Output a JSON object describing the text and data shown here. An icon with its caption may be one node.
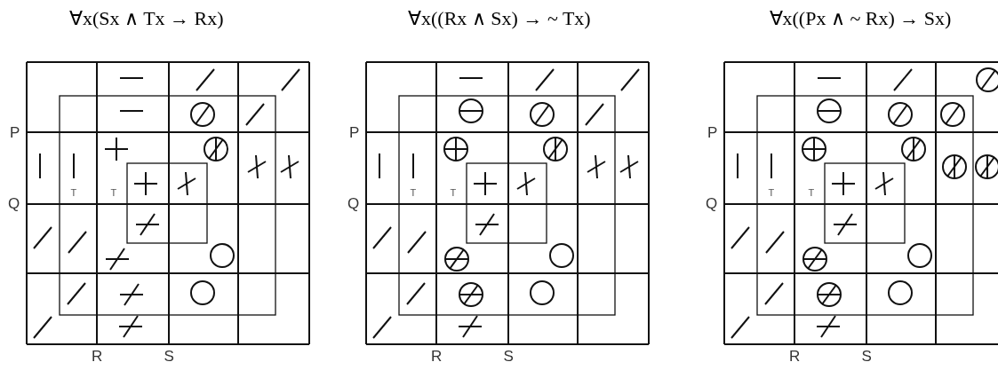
{
  "diagram": {
    "labels": [
      "∀x(Sx ∧ Tx → Rx)",
      "∀x((Rx ∧ Sx) → ~ Tx)",
      "∀x((Px ∧ ~ Rx) → Sx)",
      "P",
      "T",
      "T",
      "Q",
      "R",
      "S",
      "P",
      "T",
      "T",
      "Q",
      "R",
      "S",
      "P",
      "T",
      "T",
      "Q",
      "R",
      "S"
    ]
  }
}
